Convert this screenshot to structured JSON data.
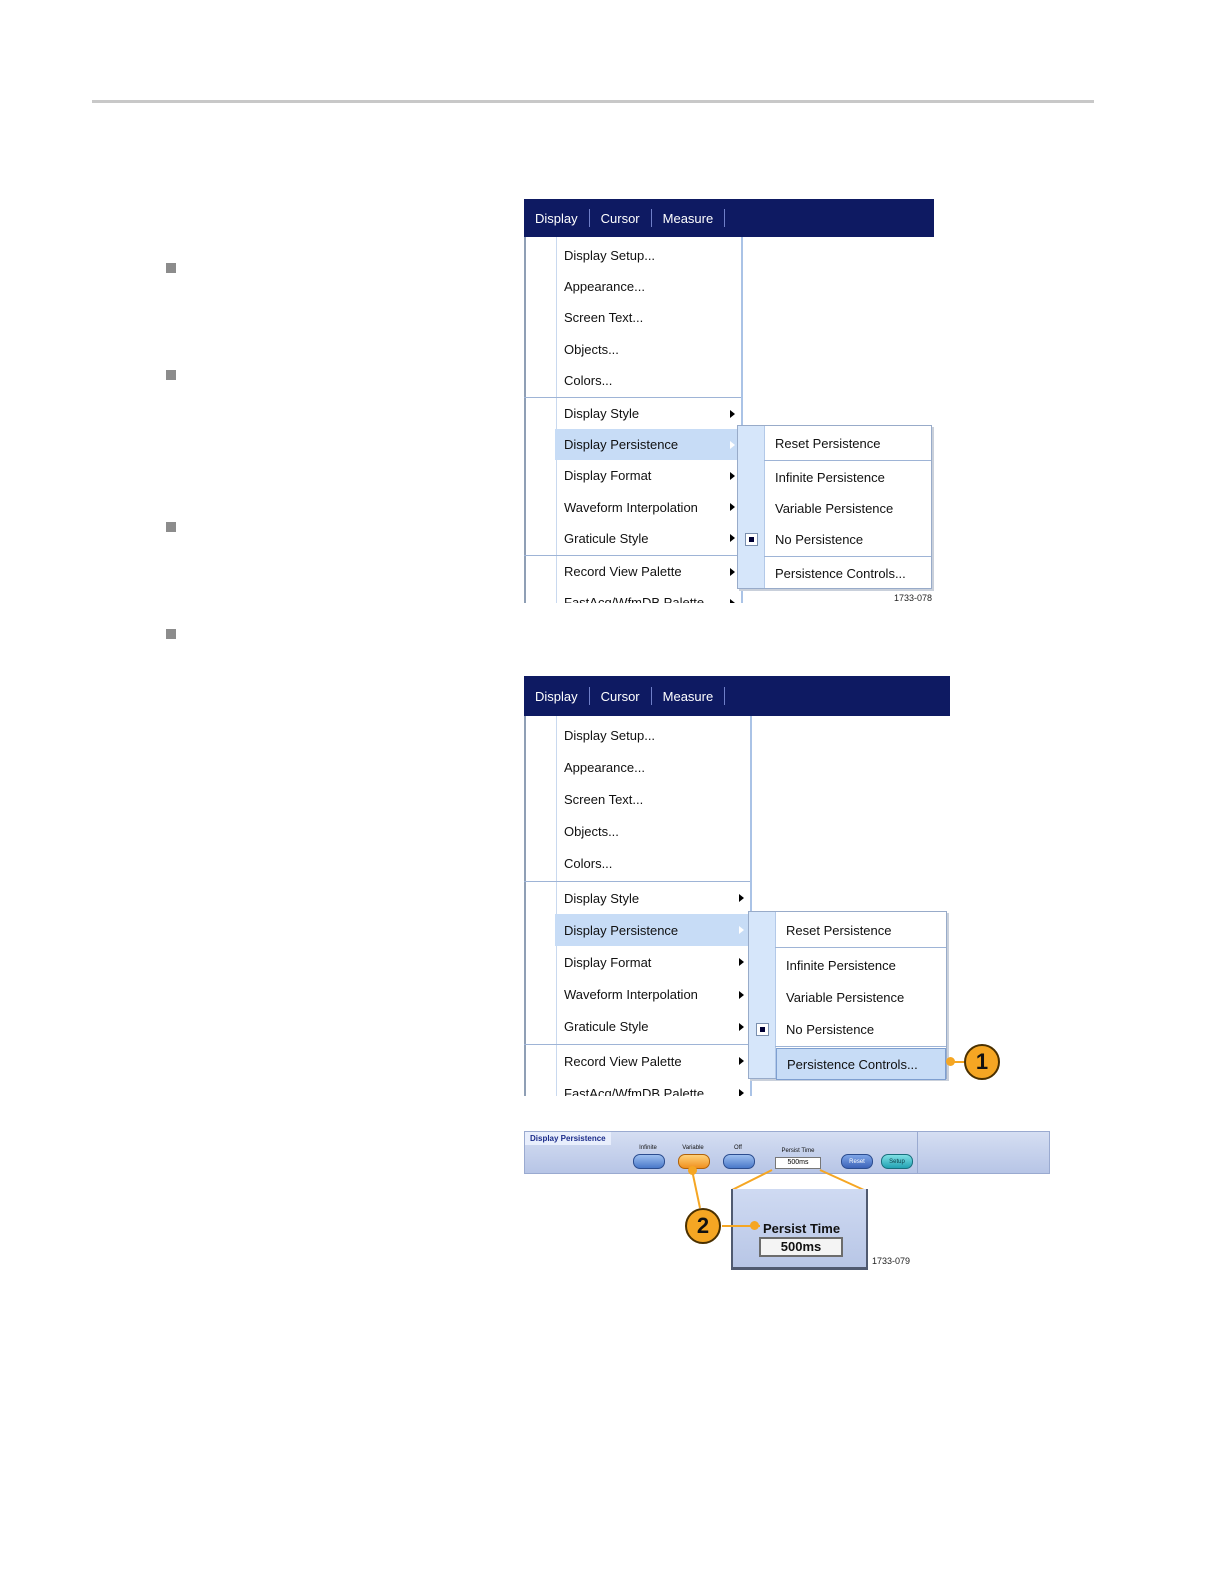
{
  "menubar": [
    "Display",
    "Cursor",
    "Measure"
  ],
  "main_menu": [
    {
      "label": "Display Setup...",
      "submenu": false,
      "highlight": false
    },
    {
      "label": "Appearance...",
      "submenu": false,
      "highlight": false
    },
    {
      "label": "Screen Text...",
      "submenu": false,
      "highlight": false
    },
    {
      "label": "Objects...",
      "submenu": false,
      "highlight": false
    },
    {
      "label": "Colors...",
      "submenu": false,
      "highlight": false
    },
    {
      "label": "Display Style",
      "submenu": true,
      "highlight": false
    },
    {
      "label": "Display Persistence",
      "submenu": true,
      "highlight": true
    },
    {
      "label": "Display Format",
      "submenu": true,
      "highlight": false
    },
    {
      "label": "Waveform Interpolation",
      "submenu": true,
      "highlight": false
    },
    {
      "label": "Graticule Style",
      "submenu": true,
      "highlight": false
    },
    {
      "label": "Record View Palette",
      "submenu": true,
      "highlight": false
    },
    {
      "label": "FastAcq/WfmDB Palette",
      "submenu": true,
      "highlight": false
    }
  ],
  "submenu": [
    {
      "label": "Reset Persistence",
      "checked": false
    },
    {
      "label": "Infinite Persistence",
      "checked": false
    },
    {
      "label": "Variable Persistence",
      "checked": false
    },
    {
      "label": "No Persistence",
      "checked": true
    },
    {
      "label": "Persistence Controls...",
      "checked": false
    }
  ],
  "figure1_id": "1733-078",
  "figure2_id": "1733-079",
  "callouts": [
    "1",
    "2"
  ],
  "panel": {
    "title": "Display Persistence",
    "buttons": [
      "Infinite",
      "Variable",
      "Off"
    ],
    "active_button": "Variable",
    "persist_time_label": "Persist Time",
    "persist_time_value": "500ms",
    "reset_label": "Reset",
    "setup_label": "Setup"
  }
}
